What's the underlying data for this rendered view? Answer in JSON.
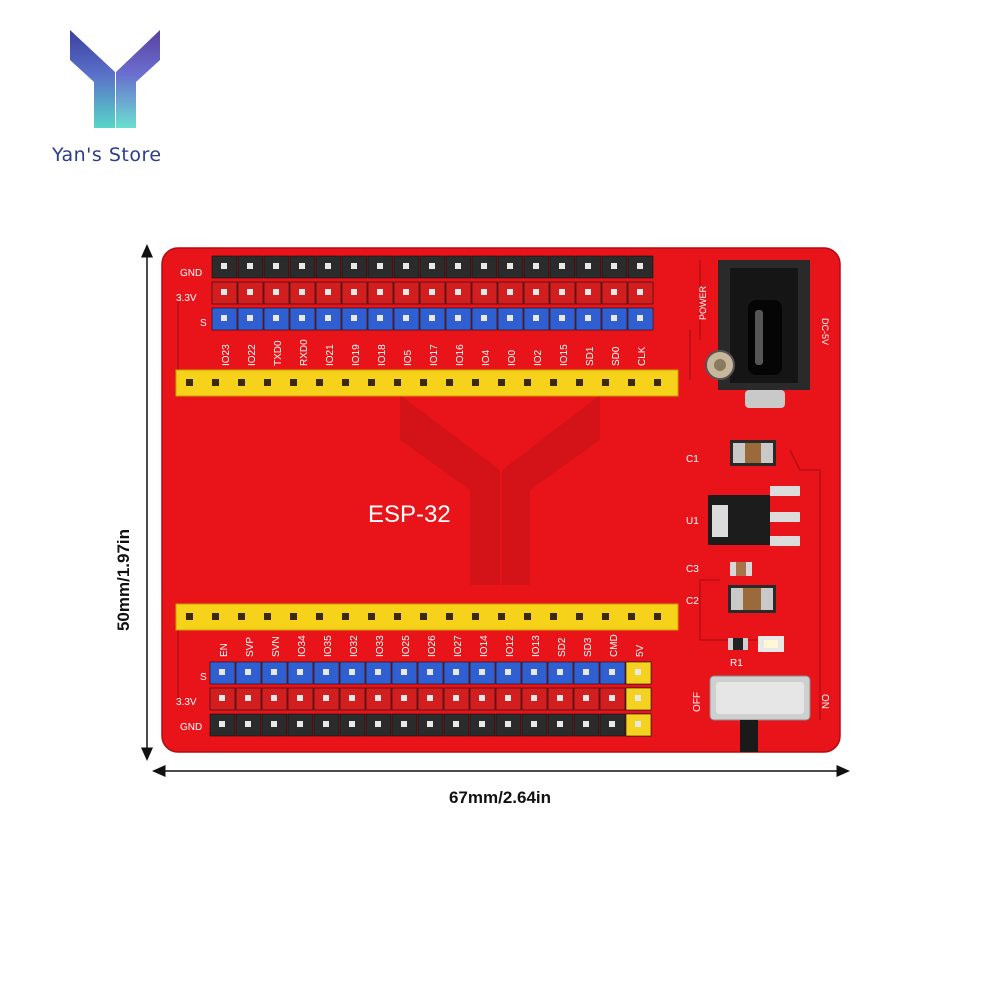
{
  "brand": {
    "name": "Yan's Store",
    "colors": {
      "top": "#3b3f9e",
      "mid": "#5a70c8",
      "bottom": "#57d6c8"
    }
  },
  "dimensions": {
    "width_label": "67mm/2.64in",
    "height_label": "50mm/1.97in"
  },
  "board": {
    "title": "ESP-32",
    "color": "#e8141a",
    "top_row_labels": {
      "gnd": "GND",
      "v33": "3.3V",
      "s": "S"
    },
    "top_pins": [
      "IO23",
      "IO22",
      "TXD0",
      "RXD0",
      "IO21",
      "IO19",
      "IO18",
      "IO5",
      "IO17",
      "IO16",
      "IO4",
      "IO0",
      "IO2",
      "IO15",
      "SD1",
      "SD0",
      "CLK"
    ],
    "bottom_pins": [
      "EN",
      "SVP",
      "SVN",
      "IO34",
      "IO35",
      "IO32",
      "IO33",
      "IO25",
      "IO26",
      "IO27",
      "IO14",
      "IO12",
      "IO13",
      "SD2",
      "SD3",
      "CMD",
      "5V"
    ],
    "bottom_row_labels": {
      "s": "S",
      "v33": "3.3V",
      "gnd": "GND"
    },
    "components": {
      "power": "POWER",
      "dc": "DC-5V",
      "c1": "C1",
      "u1": "U1",
      "c3": "C3",
      "c2": "C2",
      "r1": "R1",
      "off": "OFF",
      "on": "ON"
    }
  }
}
